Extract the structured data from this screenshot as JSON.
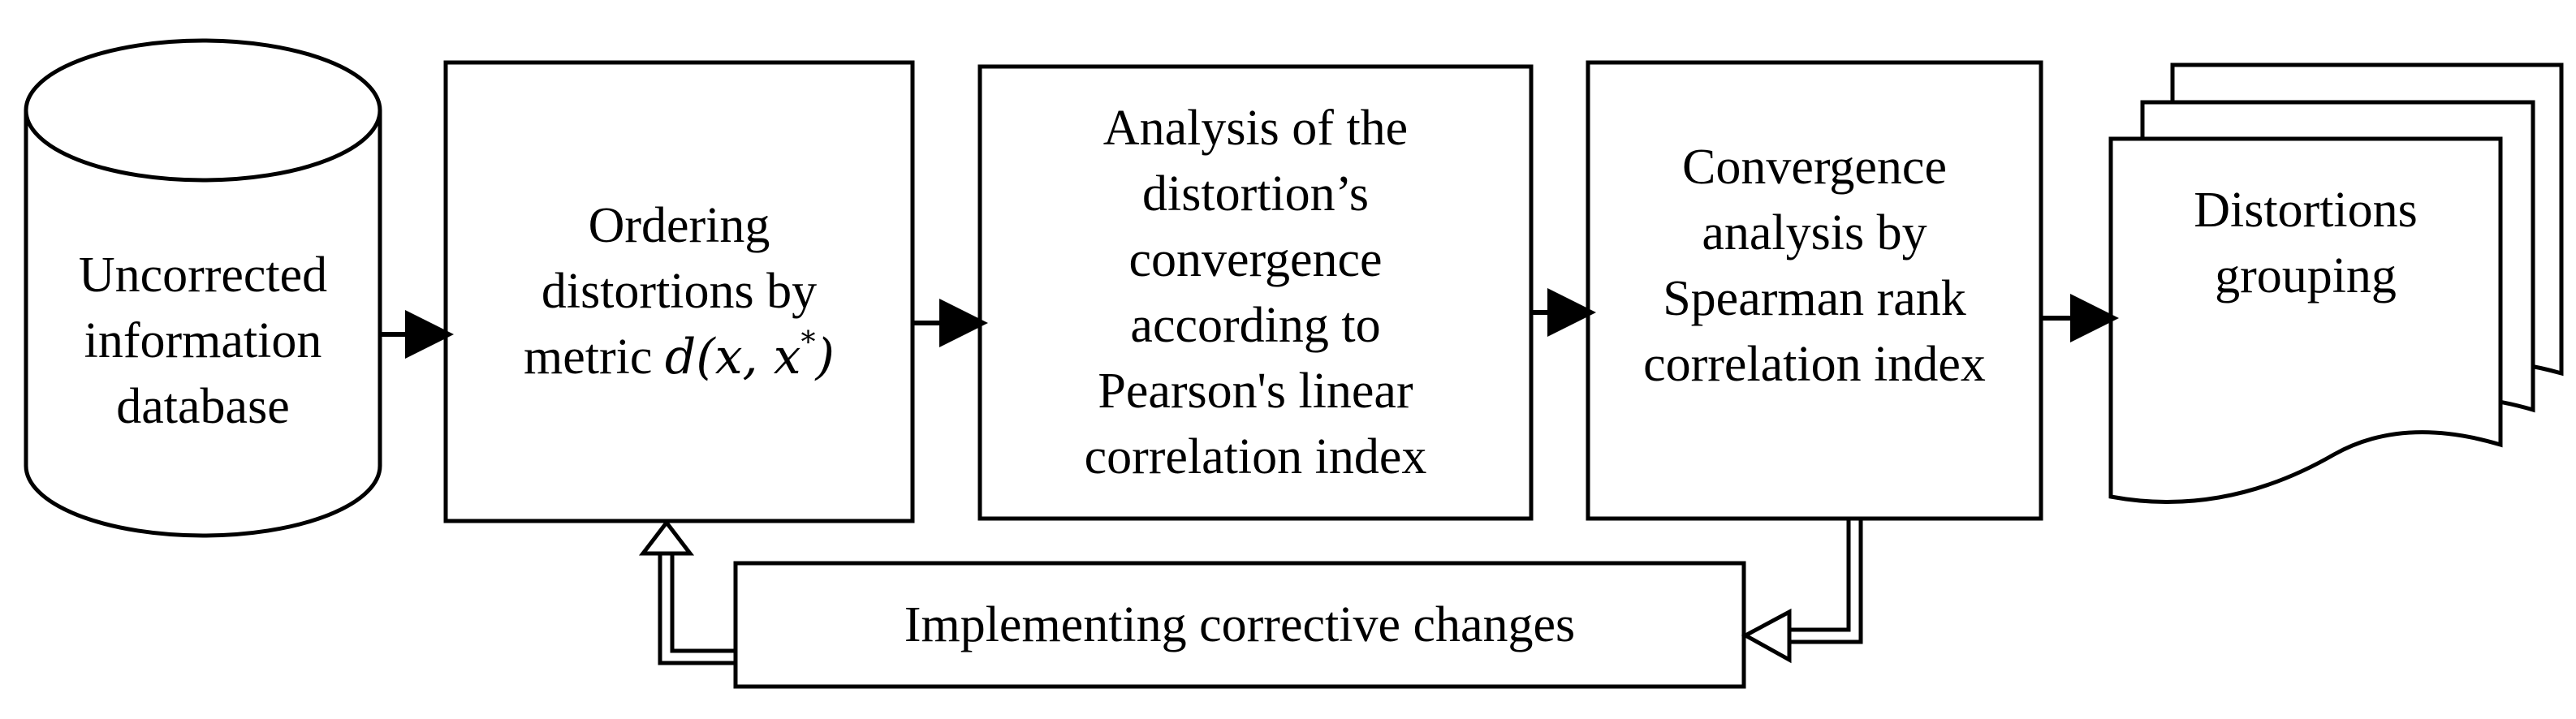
{
  "nodes": {
    "database": {
      "lines": [
        "Uncorrected",
        "information",
        "database"
      ]
    },
    "ordering": {
      "lines": [
        "Ordering",
        "distortions by"
      ],
      "metric_prefix": "metric ",
      "metric_formula": "d(x, x",
      "metric_sup": "*",
      "metric_close": ")"
    },
    "pearson": {
      "lines": [
        "Analysis of the",
        "distortion’s",
        "convergence",
        "according to",
        "Pearson's linear",
        "correlation index"
      ]
    },
    "spearman": {
      "lines": [
        "Convergence",
        "analysis by",
        "Spearman rank",
        "correlation index"
      ]
    },
    "grouping": {
      "lines": [
        "Distortions",
        "grouping"
      ]
    },
    "corrective": {
      "label": "Implementing corrective changes"
    }
  },
  "colors": {
    "stroke": "#000000",
    "fill": "#ffffff"
  },
  "icons": {
    "database": "cylinder-shape",
    "output": "stacked-documents-shape"
  }
}
